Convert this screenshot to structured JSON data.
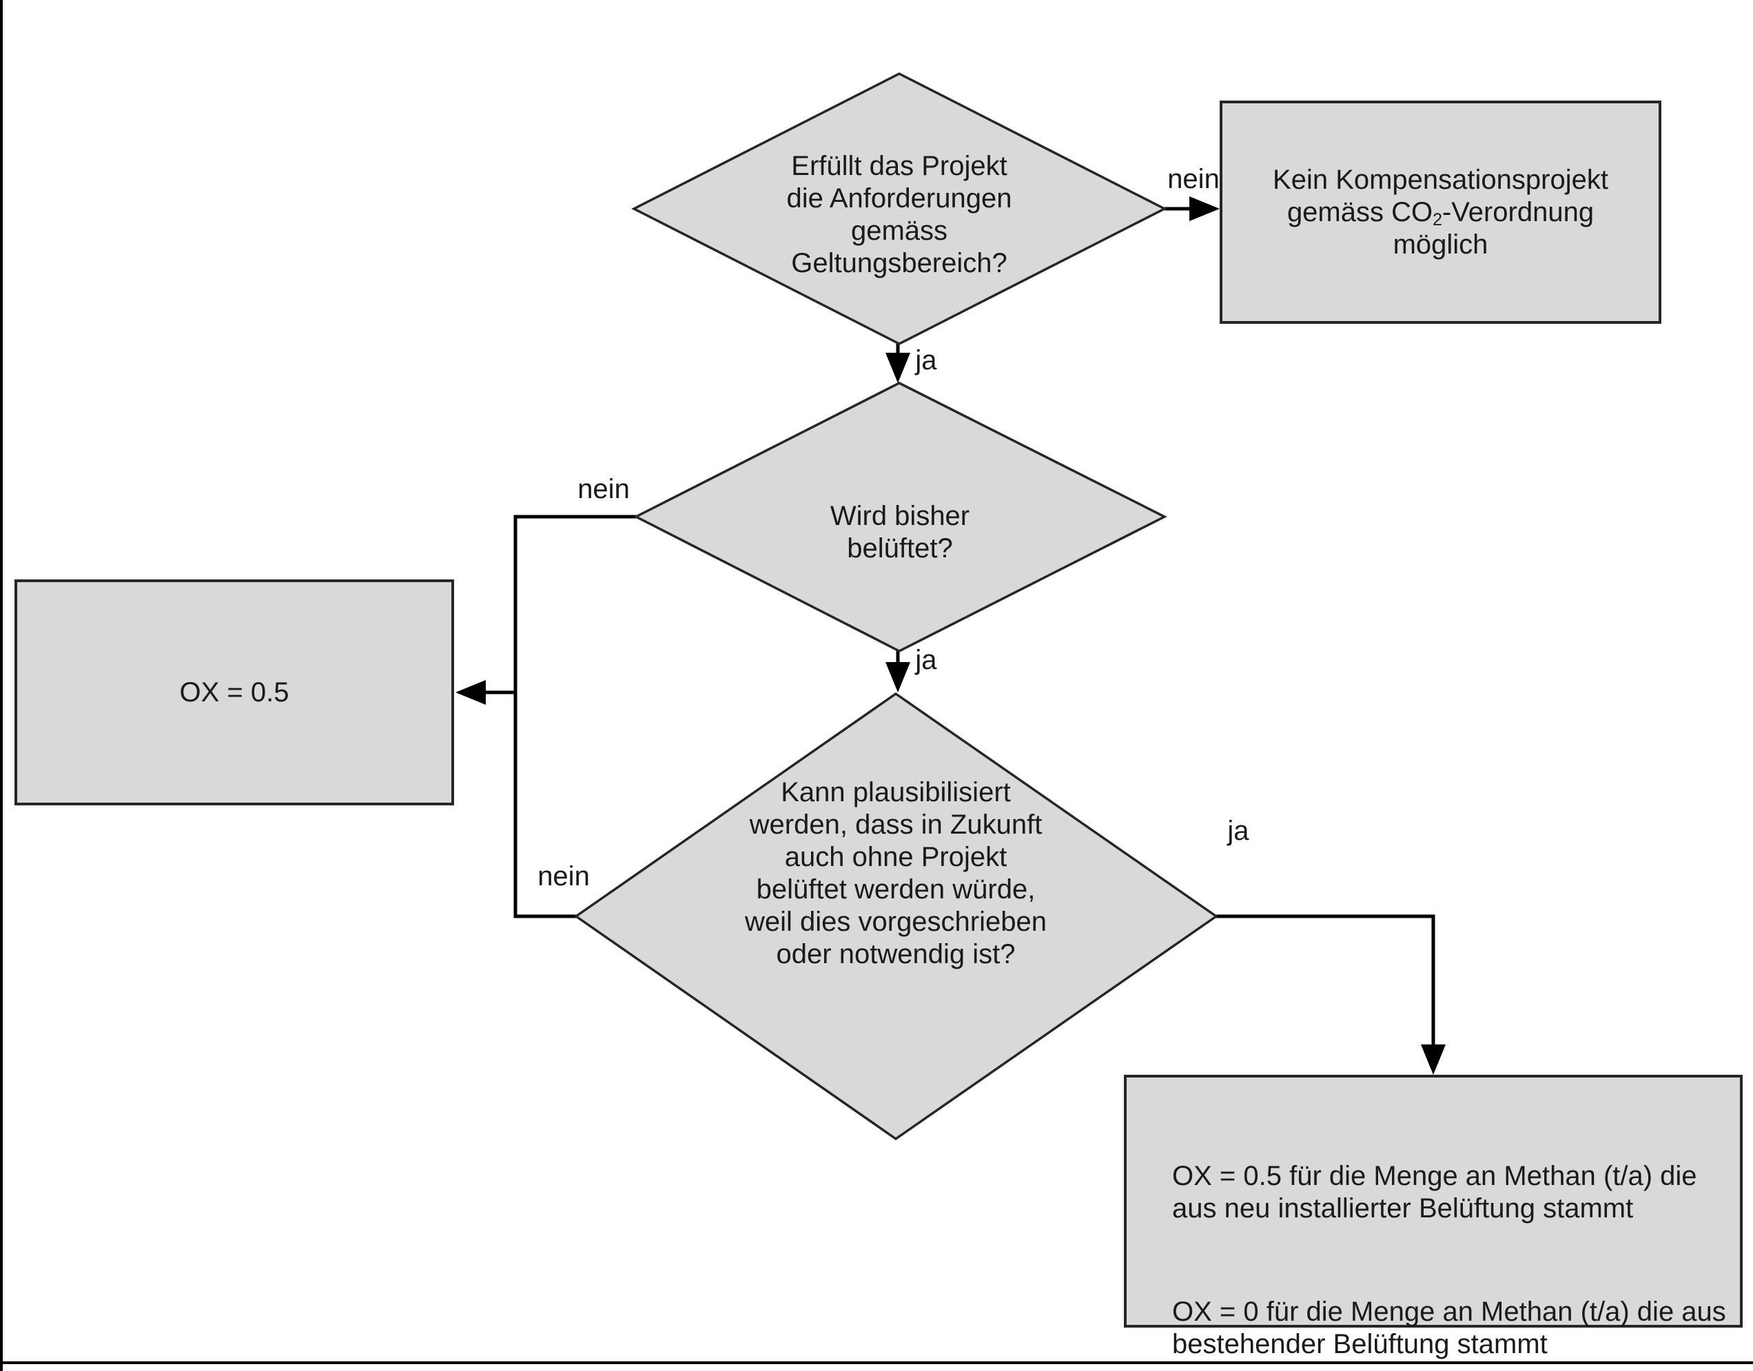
{
  "colors": {
    "shape_fill": "#d9d9d9",
    "shape_border": "#262626",
    "line": "#000000",
    "text": "#1a1a1a",
    "page_bg": "#ffffff"
  },
  "flowchart": {
    "decisions": {
      "d1": {
        "text": "Erfüllt das Projekt\ndie Anforderungen\ngemäss\nGeltungsbereich?"
      },
      "d2": {
        "text": "Wird bisher\nbelüftet?"
      },
      "d3": {
        "text": "Kann plausibilisiert\nwerden, dass in Zukunft\nauch ohne Projekt\nbelüftet werden würde,\nweil dies vorgeschrieben\noder notwendig ist?"
      }
    },
    "boxes": {
      "no_project": {
        "line1": "Kein Kompensationsprojekt",
        "line2_prefix": "gemäss CO",
        "line2_sub": "2",
        "line2_suffix": "-Verordnung",
        "line3": "möglich"
      },
      "ox_05": {
        "text": "OX = 0.5"
      },
      "ox_result": {
        "para1": "OX = 0.5 für die Menge an Methan (t/a) die\naus neu installierter Belüftung stammt",
        "para2": "OX = 0 für die Menge an Methan (t/a) die aus\nbestehender Belüftung stammt"
      }
    },
    "labels": {
      "d1_no": "nein",
      "d1_yes": "ja",
      "d2_no": "nein",
      "d2_yes": "ja",
      "d3_no": "nein",
      "d3_yes": "ja"
    }
  }
}
